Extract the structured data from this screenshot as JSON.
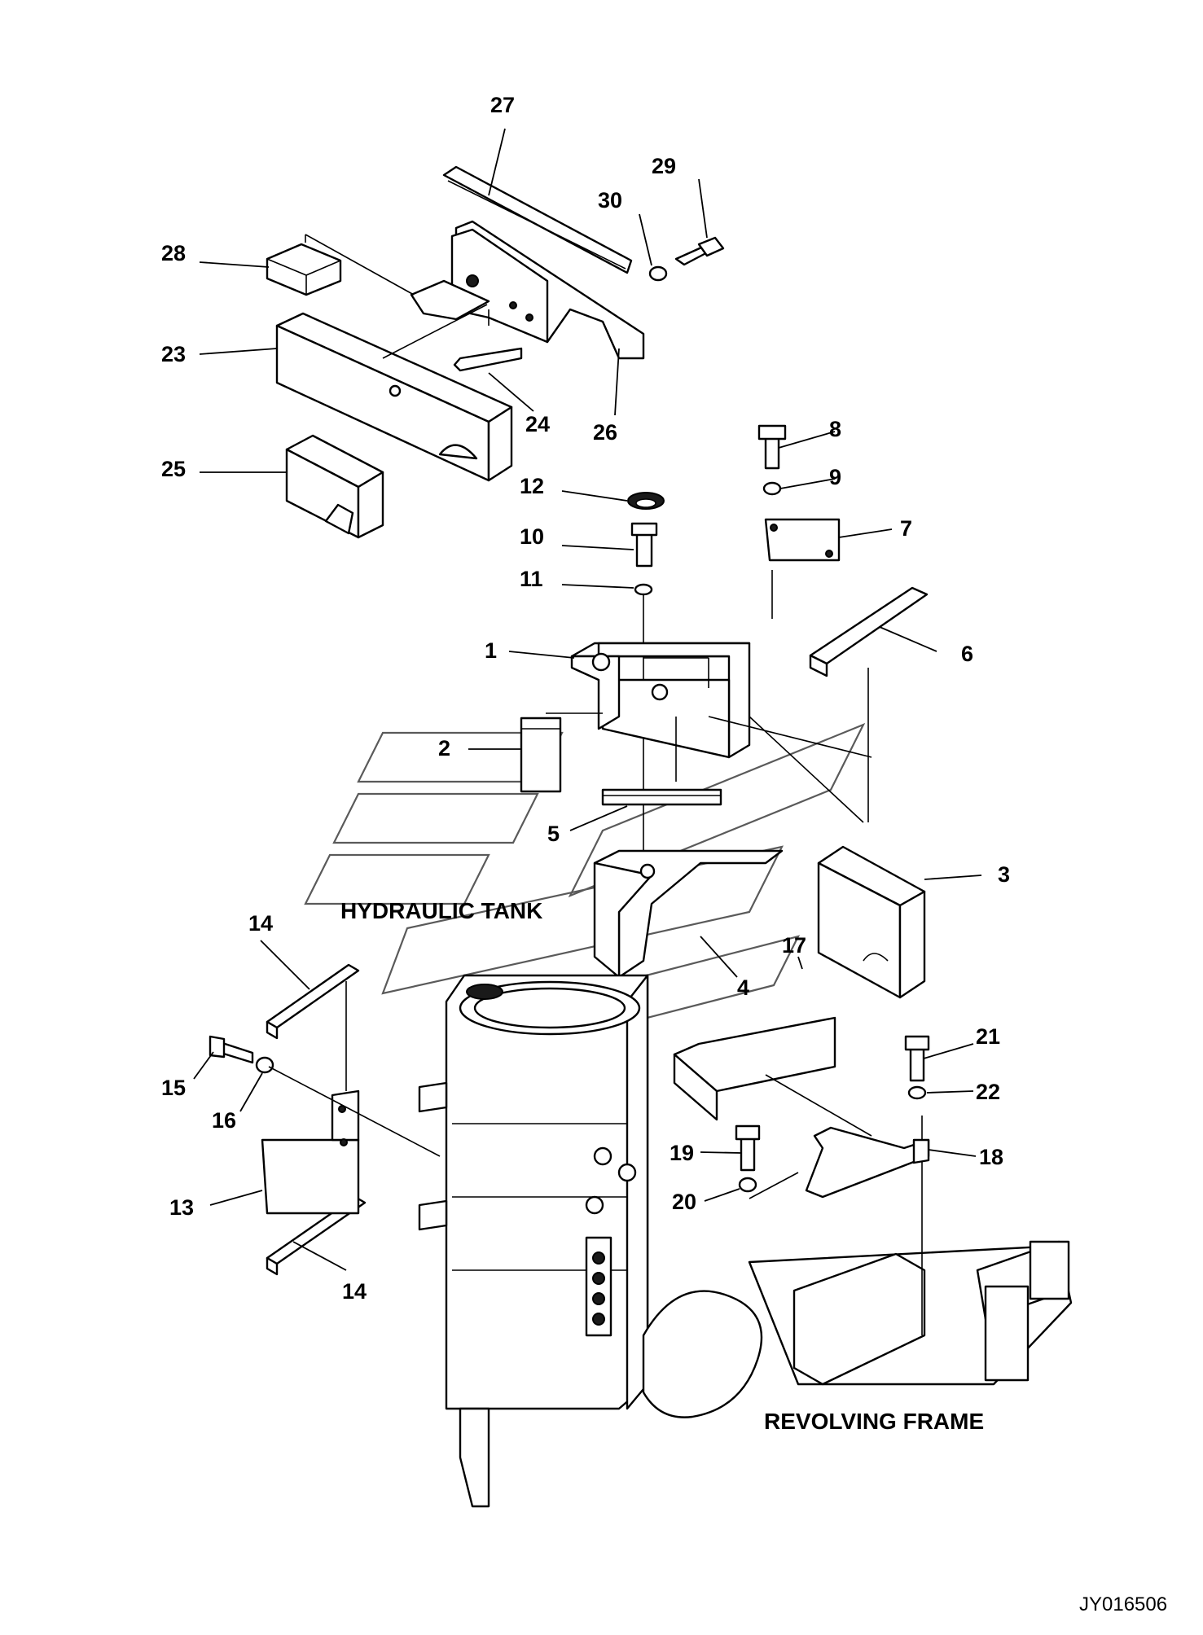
{
  "labels": {
    "hydraulic_tank": "HYDRAULIC TANK",
    "revolving_frame": "REVOLVING FRAME",
    "drawing_ref": "JY016506"
  },
  "callouts": {
    "c1": "1",
    "c2": "2",
    "c3": "3",
    "c4": "4",
    "c5": "5",
    "c6": "6",
    "c7": "7",
    "c8": "8",
    "c9": "9",
    "c10": "10",
    "c11": "11",
    "c12": "12",
    "c13": "13",
    "c14": "14",
    "c15": "15",
    "c16": "16",
    "c17": "17",
    "c18": "18",
    "c19": "19",
    "c20": "20",
    "c21": "21",
    "c22": "22",
    "c23": "23",
    "c24": "24",
    "c25": "25",
    "c26": "26",
    "c27": "27",
    "c28": "28",
    "c29": "29",
    "c30": "30"
  }
}
